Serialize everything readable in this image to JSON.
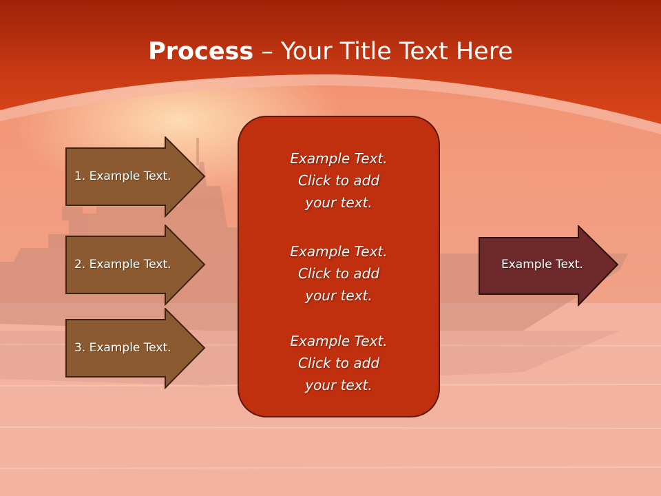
{
  "title": {
    "bold": "Process",
    "rest": " – Your Title Text Here"
  },
  "left_arrows": [
    {
      "label": "1. Example Text."
    },
    {
      "label": "2. Example Text."
    },
    {
      "label": "3. Example Text."
    }
  ],
  "center_box": {
    "paragraphs": [
      "Example Text.\nClick  to add\nyour text.",
      "Example Text.\nClick  to add\nyour text.",
      "Example Text.\nClick  to add\nyour text."
    ]
  },
  "right_arrow": {
    "label": "Example Text."
  },
  "colors": {
    "header_red": "#c93a14",
    "left_arrow_fill": "#8c5a30",
    "center_box_fill": "#c0300f",
    "right_arrow_fill": "#6e2a2a"
  }
}
